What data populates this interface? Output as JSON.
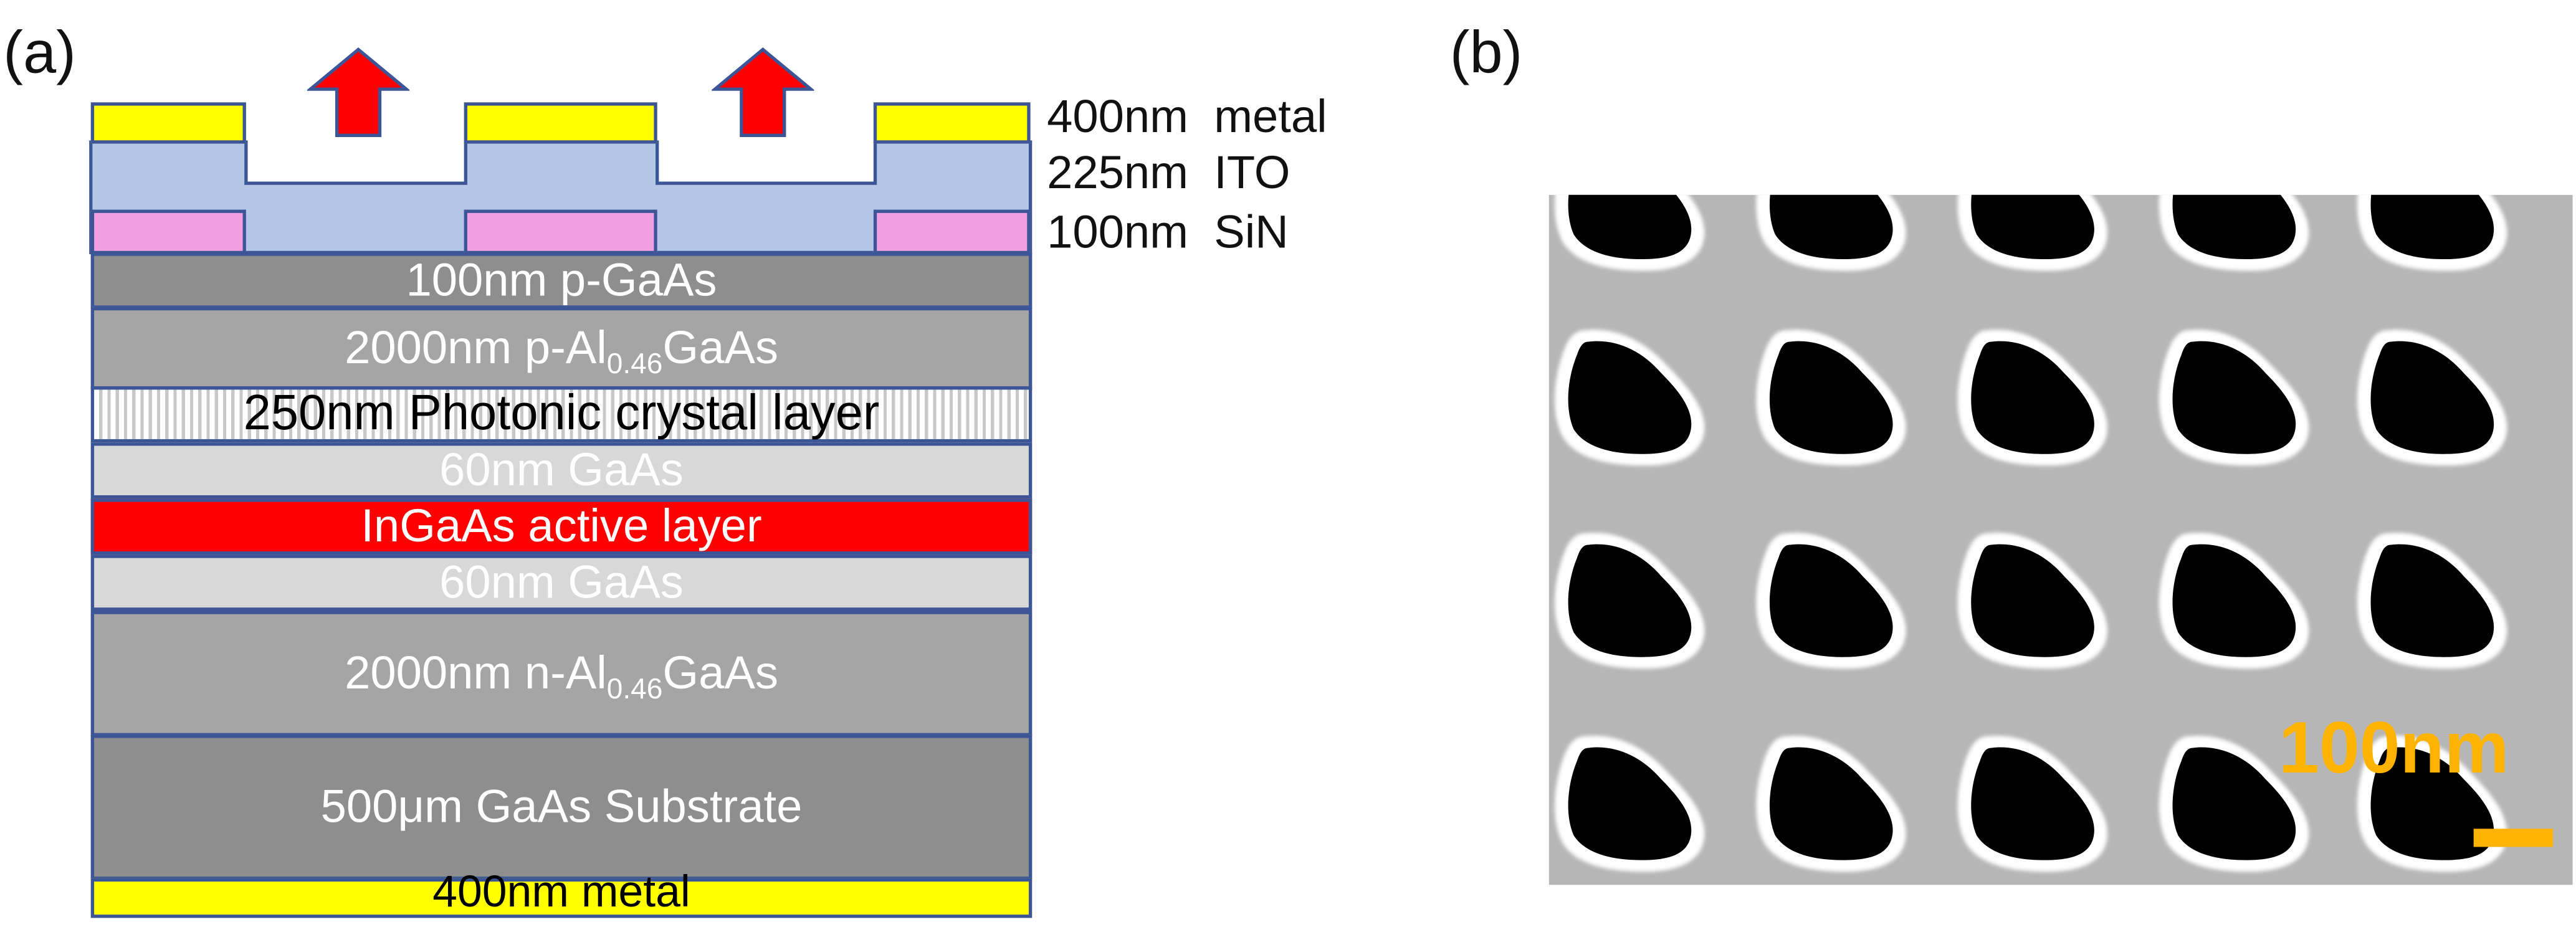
{
  "panel_a": {
    "label": "(a)",
    "top_layers": {
      "metal": "400nm  metal",
      "ito": "225nm  ITO",
      "sin": "100nm  SiN"
    },
    "stack": [
      {
        "key": "pgaas",
        "text": "100nm p-GaAs",
        "fill": "#8e8e8e"
      },
      {
        "key": "palgaas",
        "pre": "2000nm p-Al",
        "sub": "0.46",
        "post": "GaAs",
        "fill": "#a5a5a5"
      },
      {
        "key": "pc",
        "text": "250nm Photonic crystal layer",
        "fill": "#ffffff"
      },
      {
        "key": "gaas1",
        "text": "60nm GaAs",
        "fill": "#d8d8d8"
      },
      {
        "key": "active",
        "text": "InGaAs active layer",
        "fill": "#ff0000"
      },
      {
        "key": "gaas2",
        "text": "60nm GaAs",
        "fill": "#d8d8d8"
      },
      {
        "key": "nalgaas",
        "pre": "2000nm n-Al",
        "sub": "0.46",
        "post": "GaAs",
        "fill": "#a5a5a5"
      },
      {
        "key": "substrate",
        "text": "500μm GaAs Substrate",
        "fill": "#8e8e8e"
      },
      {
        "key": "bottom_metal",
        "text": "400nm metal",
        "fill": "#ffff00"
      }
    ],
    "colors": {
      "metal": "#ffff00",
      "ito": "#b4c7e7",
      "sin": "#f0a0e0",
      "arrow": "#ff0000",
      "outline": "#3b5597"
    }
  },
  "panel_b": {
    "label": "(b)",
    "scale_bar": "100nm",
    "colors": {
      "background": "#b6b6b6",
      "holes": "#000000",
      "scale": "#ffb300"
    }
  }
}
